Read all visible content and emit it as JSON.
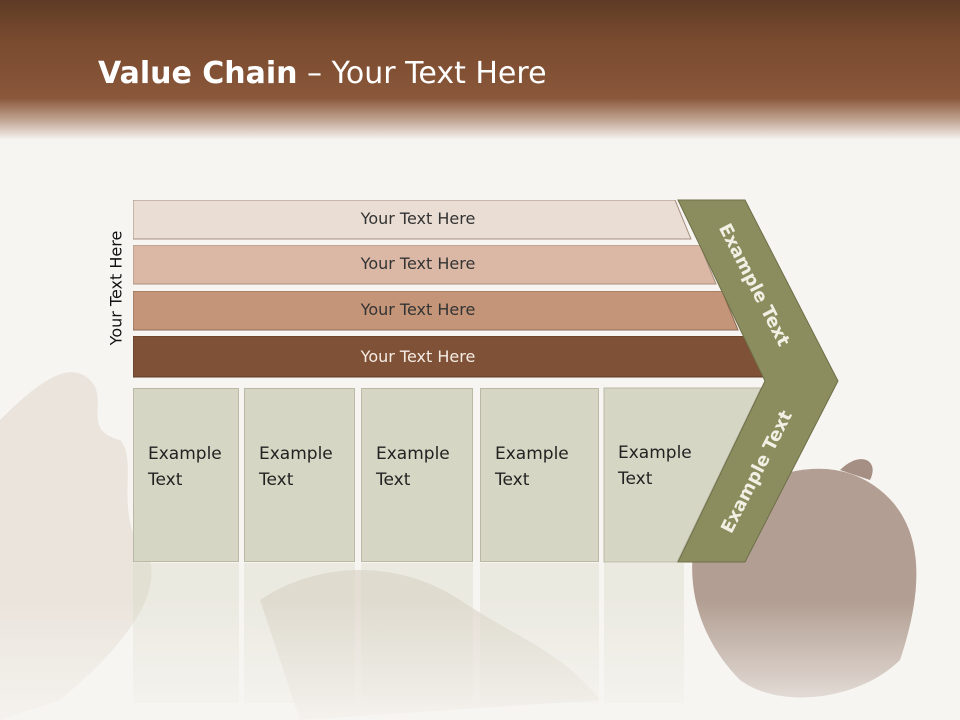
{
  "slide": {
    "title_bold": "Value Chain",
    "title_rest": " – Your Text Here",
    "vertical_label": "Your Text Here"
  },
  "rows": [
    {
      "label": "Your Text Here",
      "color": "#eaddd3"
    },
    {
      "label": "Your Text Here",
      "color": "#dbb8a5"
    },
    {
      "label": "Your Text Here",
      "color": "#c49578"
    },
    {
      "label": "Your Text Here",
      "color": "#7f5238"
    }
  ],
  "columns": [
    {
      "line1": "Example",
      "line2": "Text"
    },
    {
      "line1": "Example",
      "line2": "Text"
    },
    {
      "line1": "Example",
      "line2": "Text"
    },
    {
      "line1": "Example",
      "line2": "Text"
    },
    {
      "line1": "Example",
      "line2": "Text"
    }
  ],
  "chevron": {
    "upper_label": "Example Text",
    "lower_label": "Example Text",
    "color": "#8c8d5e",
    "column_color": "#d6d6c4"
  }
}
